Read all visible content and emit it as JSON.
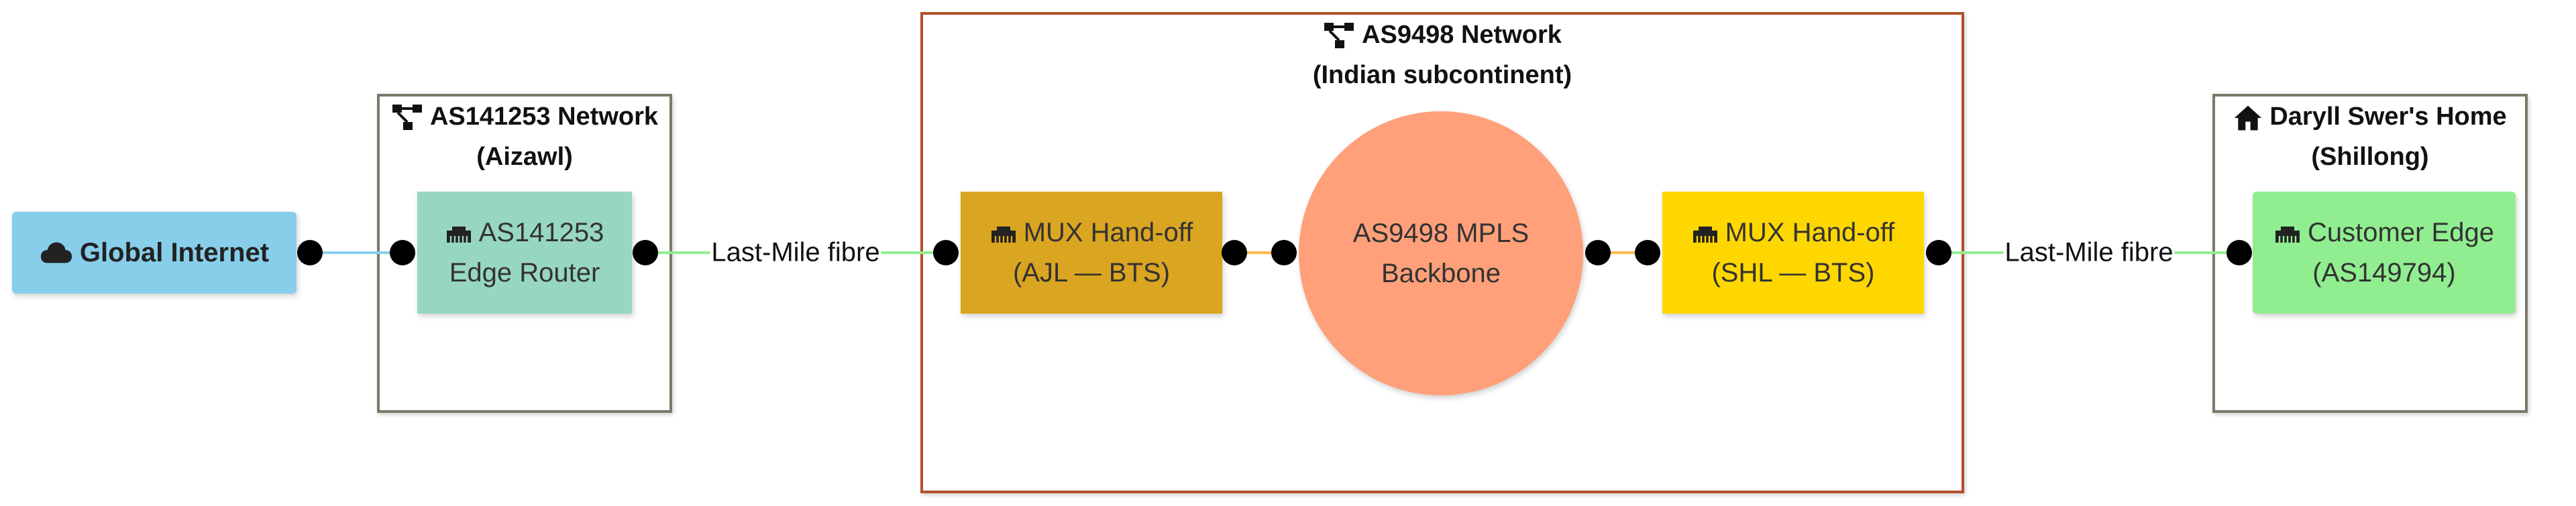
{
  "groups": {
    "aizawl": {
      "title": "AS141253 Network",
      "subtitle": "(Aizawl)",
      "icon": "network-icon",
      "border_color": "#7a7a6a"
    },
    "as9498": {
      "title": "AS9498 Network",
      "subtitle": "(Indian subcontinent)",
      "icon": "network-icon",
      "border_color": "#b2502a"
    },
    "home": {
      "title": "Daryll Swer's Home",
      "subtitle": "(Shillong)",
      "icon": "home-icon",
      "border_color": "#7a7a6a"
    }
  },
  "nodes": {
    "global_internet": {
      "label": "Global Internet",
      "icon": "cloud-icon",
      "color": "#87ceeb"
    },
    "edge_router": {
      "line1": "AS141253",
      "line2": "Edge Router",
      "icon": "ethernet-icon",
      "color": "#98d7bf"
    },
    "mux_ajl": {
      "line1": "MUX Hand-off",
      "line2": "(AJL — BTS)",
      "icon": "ethernet-icon",
      "color": "#daa520"
    },
    "mpls": {
      "line1": "AS9498 MPLS",
      "line2": "Backbone",
      "color": "#ffa07a"
    },
    "mux_shl": {
      "line1": "MUX Hand-off",
      "line2": "(SHL — BTS)",
      "icon": "ethernet-icon",
      "color": "#ffd700"
    },
    "customer_edge": {
      "line1": "Customer Edge",
      "line2": "(AS149794)",
      "icon": "ethernet-icon",
      "color": "#90ee90"
    }
  },
  "edges": {
    "internet_to_router": {
      "color": "#87ceeb"
    },
    "router_to_mux": {
      "label": "Last-Mile fibre",
      "color": "#90ee90"
    },
    "mux_to_mpls": {
      "color": "#ffb84d"
    },
    "mpls_to_mux": {
      "color": "#ffb84d"
    },
    "mux_to_customer": {
      "label": "Last-Mile fibre",
      "color": "#90ee90"
    }
  }
}
